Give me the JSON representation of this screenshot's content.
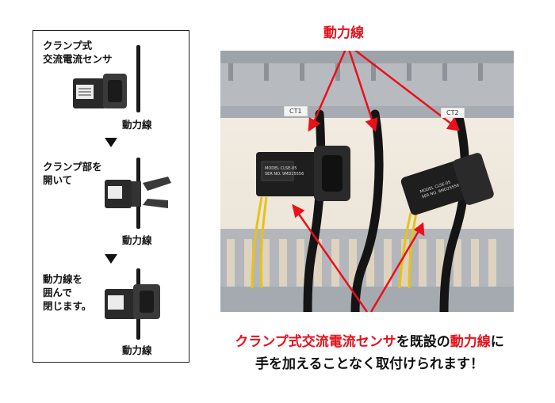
{
  "left_panel": {
    "step1_text_l1": "クランプ式",
    "step1_text_l2": "交流電流センサ",
    "step1_line_label": "動力線",
    "step2_text_l1": "クランプ部を",
    "step2_text_l2": "開いて",
    "step2_line_label": "動力線",
    "step3_text_l1": "動力線を",
    "step3_text_l2": "囲んで",
    "step3_text_l3": "閉じます。",
    "step3_line_label": "動力線"
  },
  "photo": {
    "top_label": "動力線",
    "ct1_tag": "CT1",
    "ct2_tag": "CT2",
    "sensor1_model": "MODEL CLSE-05",
    "sensor1_serial": "SER NO. 9MD25556",
    "sensor2_model": "MODEL CLSE-05",
    "sensor2_serial": "SER NO. 9MD25556"
  },
  "caption": {
    "line1_red_a": "クランプ式交流電流センサ",
    "line1_black_a": "を既設の",
    "line1_red_b": "動力線",
    "line1_black_b": "に",
    "line2": "手を加えることなく取付けられます！"
  },
  "colors": {
    "accent_red": "#e8111b",
    "cable": "#1a1a1a",
    "sensor": "#222222",
    "tray": "#b9bcc0"
  }
}
